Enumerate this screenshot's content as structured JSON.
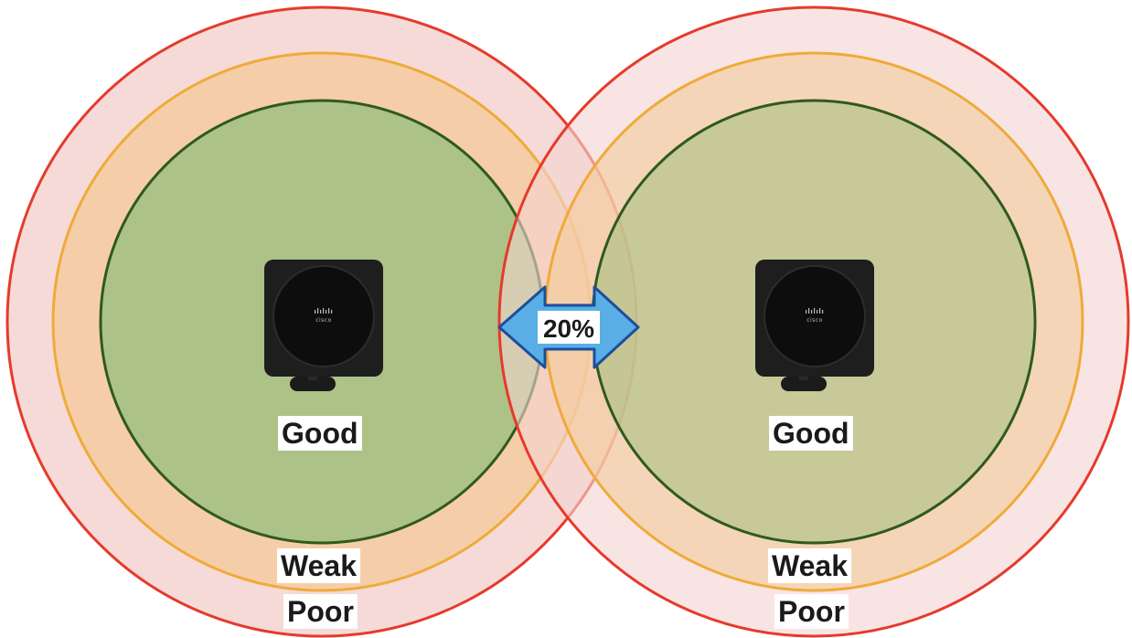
{
  "colors": {
    "good_fill": "#a0c080",
    "good_stroke": "#2f5a1e",
    "weak_fill": "#f4c99a",
    "weak_stroke": "#f0aa3a",
    "poor_fill": "#f3d3d0",
    "poor_stroke": "#e63a2c",
    "arrow_fill": "#5aaee6",
    "arrow_stroke": "#1c4e9c"
  },
  "overlap": {
    "label": "20%"
  },
  "base_stations": [
    {
      "brand": "cisco",
      "labels": {
        "good": "Good",
        "weak": "Weak",
        "poor": "Poor"
      }
    },
    {
      "brand": "cisco",
      "labels": {
        "good": "Good",
        "weak": "Weak",
        "poor": "Poor"
      }
    }
  ]
}
